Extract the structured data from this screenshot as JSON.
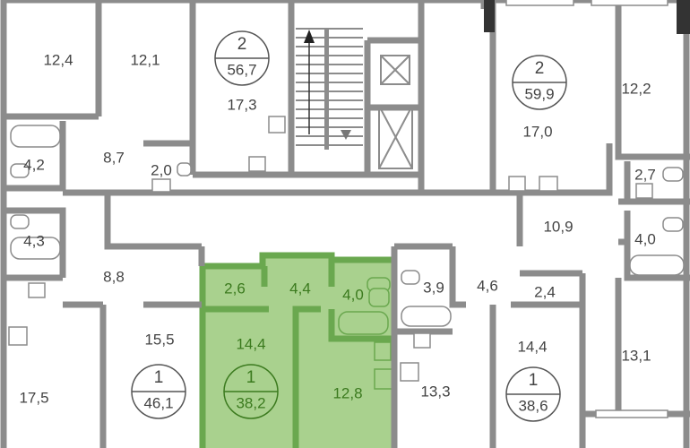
{
  "colors": {
    "wall": "#8c8c8c",
    "highlight_fill": "#a9d18e",
    "highlight_wall": "#6aa84f",
    "highlight_text": "#3b7a1e",
    "text": "#444444"
  },
  "apartments": [
    {
      "id": "apt-top-left",
      "rooms_count": "2",
      "total_area": "56,7",
      "highlighted": false,
      "rooms": [
        "12,4",
        "12,1",
        "17,3",
        "4,2",
        "8,7",
        "2,0"
      ]
    },
    {
      "id": "apt-top-right",
      "rooms_count": "2",
      "total_area": "59,9",
      "highlighted": false,
      "rooms": [
        "17,0",
        "12,2",
        "2,7",
        "10,9",
        "4,0",
        "13,1"
      ]
    },
    {
      "id": "apt-bottom-left",
      "rooms_count": "1",
      "total_area": "46,1",
      "highlighted": false,
      "rooms": [
        "4,3",
        "8,8",
        "17,5",
        "15,5"
      ]
    },
    {
      "id": "apt-selected",
      "rooms_count": "1",
      "total_area": "38,2",
      "highlighted": true,
      "rooms": [
        "2,6",
        "4,4",
        "4,0",
        "14,4",
        "12,8"
      ]
    },
    {
      "id": "apt-bottom-right",
      "rooms_count": "1",
      "total_area": "38,6",
      "highlighted": false,
      "rooms": [
        "3,9",
        "4,6",
        "2,4",
        "14,4",
        "13,3"
      ]
    }
  ]
}
